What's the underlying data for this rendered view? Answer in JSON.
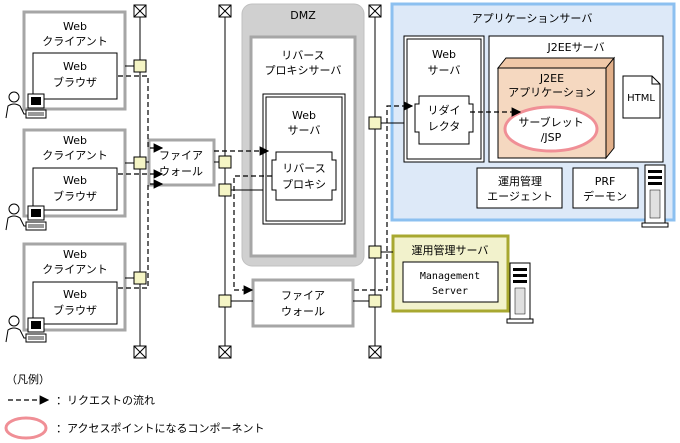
{
  "clients": [
    {
      "title_line1": "Web",
      "title_line2": "クライアント",
      "browser_line1": "Web",
      "browser_line2": "ブラウザ"
    },
    {
      "title_line1": "Web",
      "title_line2": "クライアント",
      "browser_line1": "Web",
      "browser_line2": "ブラウザ"
    },
    {
      "title_line1": "Web",
      "title_line2": "クライアント",
      "browser_line1": "Web",
      "browser_line2": "ブラウザ"
    }
  ],
  "firewall1": {
    "line1": "ファイア",
    "line2": "ウォール"
  },
  "firewall2": {
    "line1": "ファイア",
    "line2": "ウォール"
  },
  "dmz": {
    "label": "DMZ",
    "reverse_proxy_server": {
      "line1": "リバース",
      "line2": "プロキシサーバ"
    },
    "web_server": {
      "line1": "Web",
      "line2": "サーバ"
    },
    "reverse_proxy": {
      "line1": "リバース",
      "line2": "プロキシ"
    }
  },
  "app_server": {
    "label": "アプリケーションサーバ",
    "web_server": {
      "line1": "Web",
      "line2": "サーバ"
    },
    "redirector": {
      "line1": "リダイ",
      "line2": "レクタ"
    },
    "j2ee_server": "J2EEサーバ",
    "j2ee_app": {
      "line1": "J2EE",
      "line2": "アプリケーション"
    },
    "servlet": {
      "line1": "サーブレット",
      "line2": "/JSP"
    },
    "html_doc": "HTML",
    "mgmt_agent": {
      "line1": "運用管理",
      "line2": "エージェント"
    },
    "prf_daemon": {
      "line1": "PRF",
      "line2": "デーモン"
    }
  },
  "mgmt_server": {
    "label": "運用管理サーバ",
    "inner_line1": "Management",
    "inner_line2": "Server"
  },
  "legend": {
    "title": "（凡例）",
    "request_flow": "：リクエストの流れ",
    "access_point": "：アクセスポイントになるコンポーネント"
  },
  "colors": {
    "gray_border": "#a6a6a6",
    "dmz_fill": "#d0d0d0",
    "app_fill": "#dde9f8",
    "app_border": "#8cc0f0",
    "mgmt_fill": "#f2f2cc",
    "mgmt_border": "#a8a830",
    "j2ee_fill": "#f5d8c0",
    "servlet_ring": "#f08f96",
    "port_fill": "#f5f5c5"
  }
}
